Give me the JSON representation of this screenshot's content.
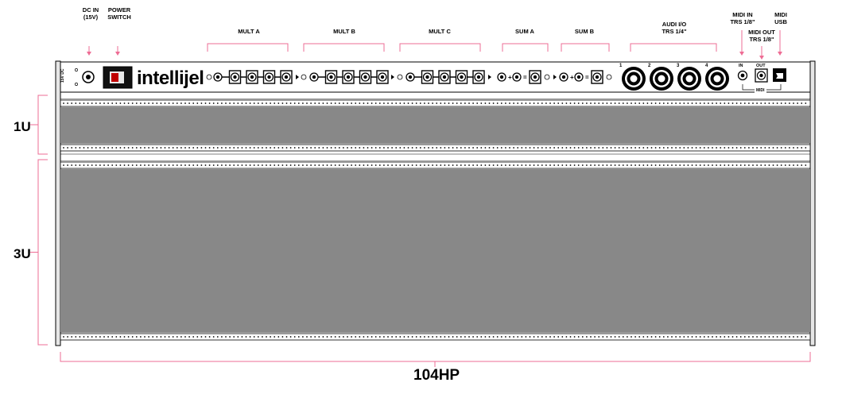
{
  "labels": {
    "dc_in": [
      "DC IN",
      "(15V)"
    ],
    "power_switch": [
      "POWER",
      "SWITCH"
    ],
    "mult_a": "MULT A",
    "mult_b": "MULT B",
    "mult_c": "MULT C",
    "sum_a": "SUM A",
    "sum_b": "SUM B",
    "audio_io": [
      "AUDI I/O",
      "TRS 1/4\""
    ],
    "midi_in": [
      "MIDI IN",
      "TRS 1/8\""
    ],
    "midi_out": [
      "MIDI OUT",
      "TRS 1/8\""
    ],
    "midi_usb": [
      "MIDI",
      "USB"
    ]
  },
  "panel": {
    "brand": "intellijel",
    "power_marking": "15V DC",
    "jack_numbers": [
      "1",
      "2",
      "3",
      "4"
    ],
    "midi_in_label": "IN",
    "midi_out_label": "OUT",
    "midi_group_label": "MIDI"
  },
  "dimensions": {
    "row_1u": "1U",
    "row_3u": "3U",
    "width_hp": "104HP"
  },
  "colors": {
    "annotation": "#ee6c94",
    "rail_gray": "#888888",
    "panel_white": "#ffffff",
    "outline": "#000000"
  }
}
